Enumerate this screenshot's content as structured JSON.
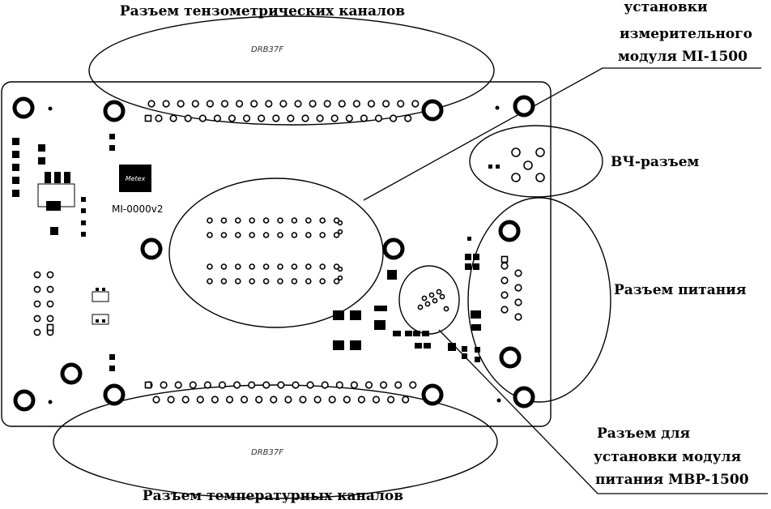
{
  "labels": {
    "strain_connector": "Разъем тензометрических каналов",
    "measure_module_line1": "установки",
    "measure_module_line2": "измерительного",
    "measure_module_line3": "модуля MI-1500",
    "rf_connector": "ВЧ-разъем",
    "power_connector": "Разъем питания",
    "power_module_line1": "Разъем для",
    "power_module_line2": "установки модуля",
    "power_module_line3": "питания MBP-1500",
    "temp_connector": "Разъем температурных каналов"
  },
  "board": {
    "top_connector_marking": "DRB37F",
    "bottom_connector_marking": "DRB37F",
    "board_name": "MI-0000v2",
    "logo_text": "Metex"
  }
}
